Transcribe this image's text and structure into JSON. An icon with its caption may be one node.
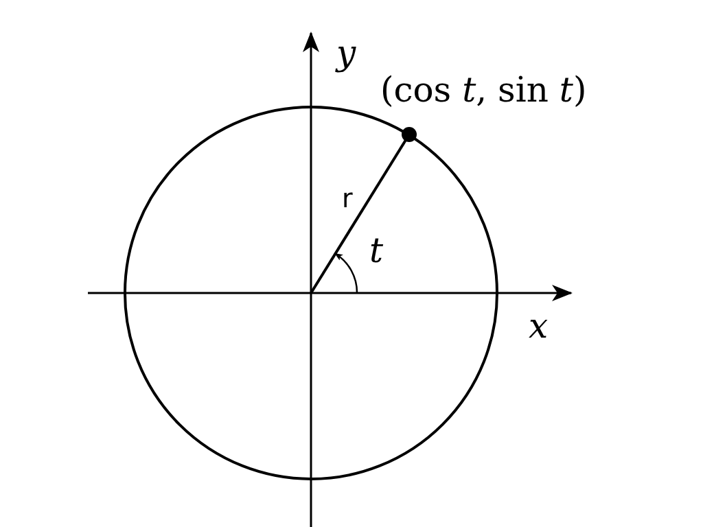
{
  "diagram": {
    "labels": [
      "*y*",
      "(cos *t*, sin *t*)",
      "r",
      "*t*",
      "*x*"
    ]
  }
}
